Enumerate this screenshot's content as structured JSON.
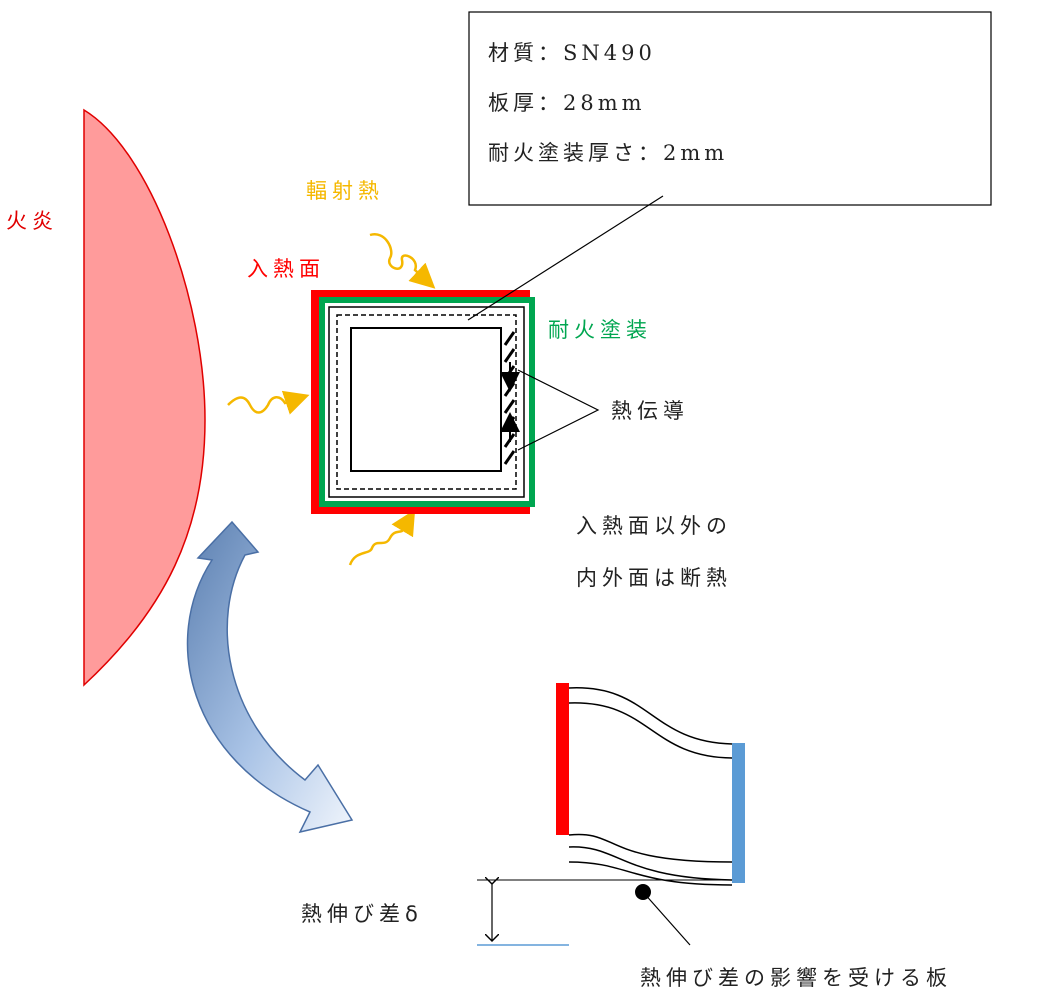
{
  "spec_box": {
    "material": "材質：SN490",
    "thickness": "板厚：28mm",
    "coating_thickness": "耐火塗装厚さ：2mm"
  },
  "labels": {
    "flame": "火炎",
    "radiant_heat": "輻射熱",
    "heated_face": "入熱面",
    "fireproof_coating": "耐火塗装",
    "heat_conduction": "熱伝導",
    "insulated_line1": "入熱面以外の",
    "insulated_line2": "内外面は断熱",
    "expansion_diff": "熱伸び差δ",
    "affected_plate": "熱伸び差の影響を受ける板"
  },
  "colors": {
    "flame": "#ff9b9b",
    "flame_edge": "#e00000",
    "heated_face": "#ff0000",
    "coating": "#00a650",
    "radiant": "#f5b800",
    "cool_side": "#5b9bd5",
    "arrow_dark": "#4a6fa5",
    "arrow_light": "#e8f0fa"
  },
  "icons": [
    "wavy-heat-arrow-icon",
    "curved-arrow-icon",
    "double-headed-dimension-arrow-icon"
  ]
}
